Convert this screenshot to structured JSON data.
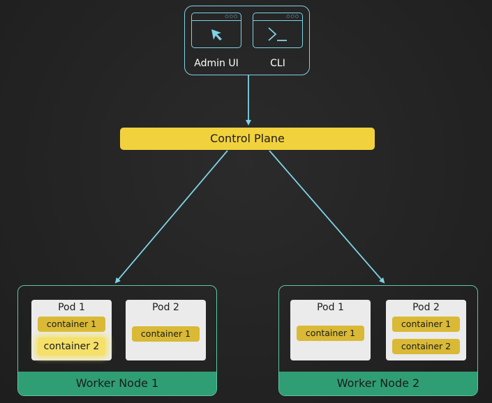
{
  "client": {
    "admin_ui_label": "Admin UI",
    "cli_label": "CLI"
  },
  "control_plane": {
    "label": "Control Plane"
  },
  "worker_nodes": [
    {
      "label": "Worker Node 1",
      "pods": [
        {
          "title": "Pod 1",
          "containers": [
            "container 1",
            "container 2"
          ]
        },
        {
          "title": "Pod 2",
          "containers": [
            "container 1"
          ]
        }
      ]
    },
    {
      "label": "Worker Node 2",
      "pods": [
        {
          "title": "Pod 1",
          "containers": [
            "container 1"
          ]
        },
        {
          "title": "Pod 2",
          "containers": [
            "container 1",
            "container 2"
          ]
        }
      ]
    }
  ],
  "colors": {
    "background": "#232323",
    "accent_cyan": "#7fd3e6",
    "control_plane_yellow": "#f2d23c",
    "container_yellow": "#d9b936",
    "node_green": "#2f9e74",
    "node_border": "#5fc7a8"
  },
  "icons": [
    "cursor-icon",
    "terminal-prompt-icon"
  ]
}
